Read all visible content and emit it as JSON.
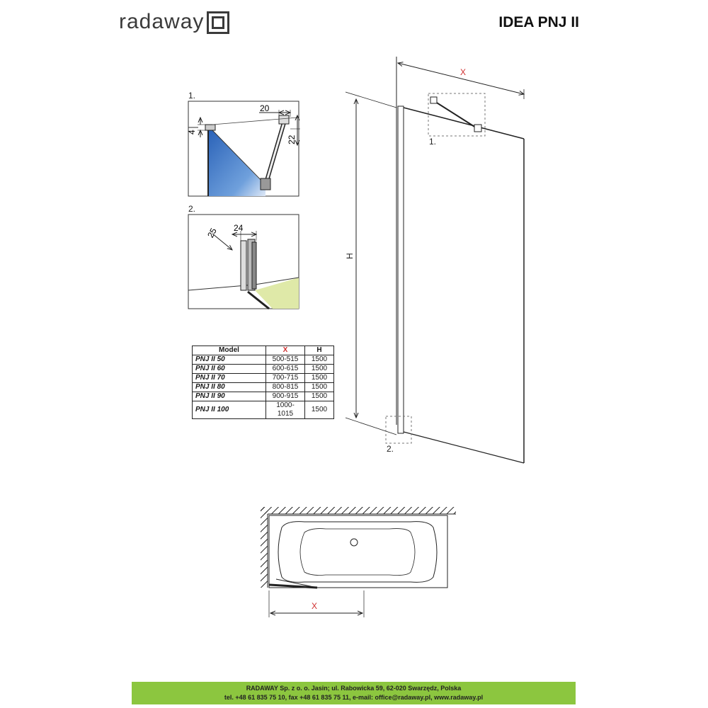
{
  "brand": "radaway",
  "title": "IDEA PNJ II",
  "detail1": {
    "label": "1.",
    "dim_top": "20",
    "dim_left": "4",
    "dim_right": "22"
  },
  "detail2": {
    "label": "2.",
    "dim_depth": "25",
    "dim_width": "24"
  },
  "main_view": {
    "dim_x": "X",
    "dim_h": "H",
    "callout1": "1.",
    "callout2": "2."
  },
  "plan_view": {
    "dim_x": "X"
  },
  "table": {
    "headers": [
      "Model",
      "X",
      "H"
    ],
    "rows": [
      [
        "PNJ II 50",
        "500-515",
        "1500"
      ],
      [
        "PNJ II 60",
        "600-615",
        "1500"
      ],
      [
        "PNJ II 70",
        "700-715",
        "1500"
      ],
      [
        "PNJ II 80",
        "800-815",
        "1500"
      ],
      [
        "PNJ II 90",
        "900-915",
        "1500"
      ],
      [
        "PNJ II 100",
        "1000-1015",
        "1500"
      ]
    ]
  },
  "footer": {
    "line1": "RADAWAY Sp. z o. o. Jasin; ul. Rabowicka 59, 62-020 Swarzędz, Polska",
    "line2": "tel. +48 61 835 75 10, fax +48 61 835 75 11, e-mail: office@radaway.pl, www.radaway.pl"
  },
  "colors": {
    "x_dimension": "#d03030",
    "footer_bg": "#8cc63f",
    "glass_blue": "#3a78c8",
    "floor_green": "#dfe9a8"
  }
}
